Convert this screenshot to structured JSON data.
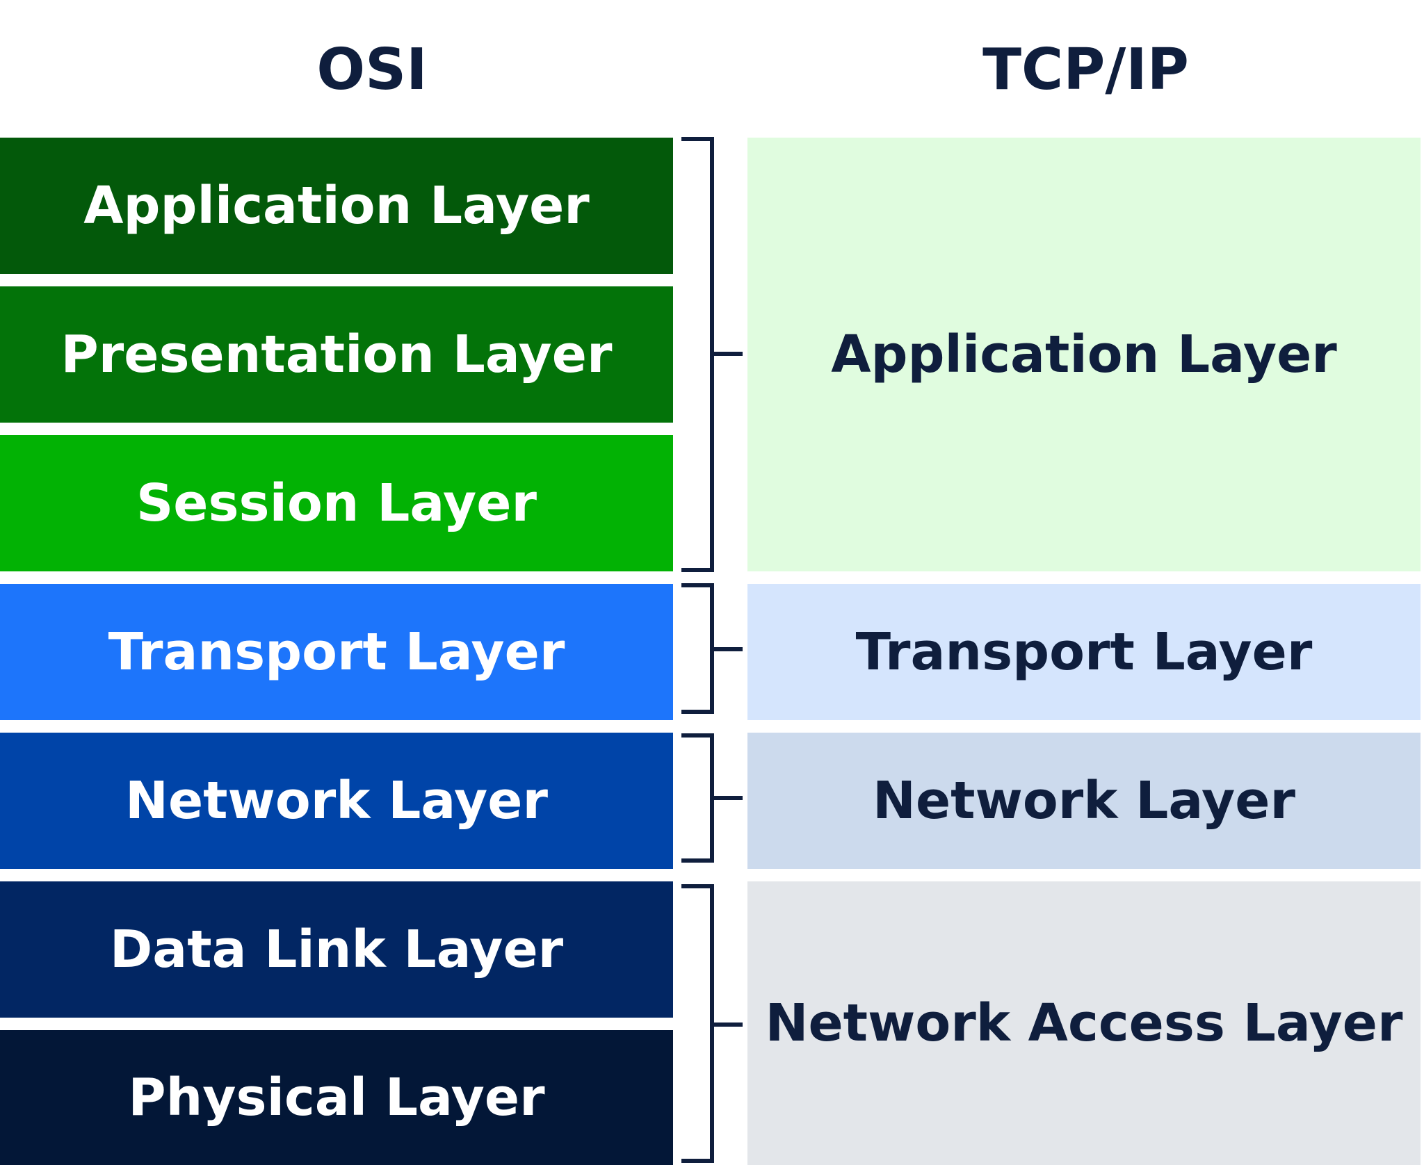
{
  "headings": {
    "osi": "OSI",
    "tcpip": "TCP/IP"
  },
  "osi_layers": [
    {
      "label": "Application Layer",
      "color": "#03590a"
    },
    {
      "label": "Presentation Layer",
      "color": "#037309"
    },
    {
      "label": "Session Layer",
      "color": "#02b204"
    },
    {
      "label": "Transport Layer",
      "color": "#1d75fb"
    },
    {
      "label": "Network Layer",
      "color": "#0044a8"
    },
    {
      "label": "Data Link Layer",
      "color": "#022663"
    },
    {
      "label": "Physical Layer",
      "color": "#031737"
    }
  ],
  "tcpip_layers": [
    {
      "label": "Application Layer",
      "color": "#e0fcdf"
    },
    {
      "label": "Transport Layer",
      "color": "#d5e5fd"
    },
    {
      "label": "Network Layer",
      "color": "#ccdaed"
    },
    {
      "label": "Network Access Layer",
      "color": "#e3e6ea"
    }
  ],
  "colors": {
    "text_dark": "#0f1e3d",
    "bracket": "#0f1e3d"
  }
}
